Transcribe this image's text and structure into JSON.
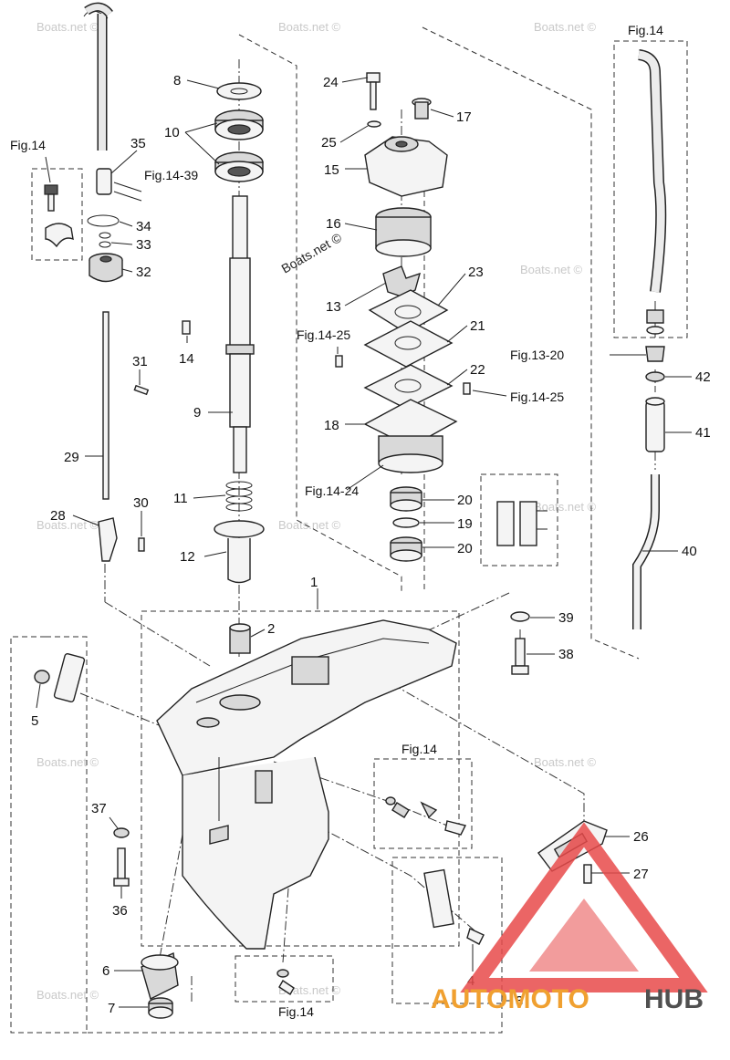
{
  "watermark": "Boats.net ©",
  "brand": {
    "part1": "AUTOMOTO",
    "part2": "HUB",
    "accent": "#e84a4a",
    "text1_color": "#f0a030",
    "text2_color": "#505050"
  },
  "fig_refs": {
    "fig14": "Fig.14",
    "fig14_39": "Fig.14-39",
    "fig14_25": "Fig.14-25",
    "fig14_24": "Fig.14-24",
    "fig13_20": "Fig.13-20"
  },
  "callouts": {
    "c1": "1",
    "c2": "2",
    "c3": "3",
    "c4": "4",
    "c5": "5",
    "c6": "6",
    "c7": "7",
    "c8": "8",
    "c9": "9",
    "c10": "10",
    "c11": "11",
    "c12": "12",
    "c13": "13",
    "c14": "14",
    "c15": "15",
    "c16": "16",
    "c17": "17",
    "c18": "18",
    "c19": "19",
    "c20": "20",
    "c21": "21",
    "c22": "22",
    "c23": "23",
    "c24": "24",
    "c25": "25",
    "c26": "26",
    "c27": "27",
    "c28": "28",
    "c29": "29",
    "c30": "30",
    "c31": "31",
    "c32": "32",
    "c33": "33",
    "c34": "34",
    "c35": "35",
    "c36": "36",
    "c37": "37",
    "c38": "38",
    "c39": "39",
    "c40": "40",
    "c41": "41",
    "c42": "42"
  }
}
